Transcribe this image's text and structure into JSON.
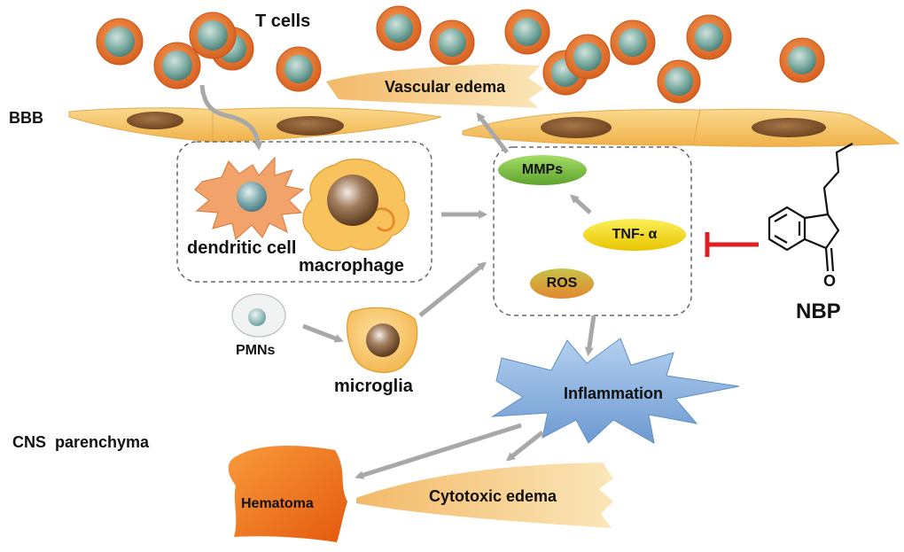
{
  "labels": {
    "t_cells": "T cells",
    "bbb": "BBB",
    "vascular_edema": "Vascular edema",
    "dendritic_cell": "dendritic cell",
    "macrophage": "macrophage",
    "pmns": "PMNs",
    "microglia": "microglia",
    "mmps": "MMPs",
    "tnf_alpha": "TNF- α",
    "ros": "ROS",
    "nbp": "NBP",
    "inflammation": "Inflammation",
    "cns_parenchyma": "CNS  parenchyma",
    "hematoma": "Hematoma",
    "cytotoxic_edema": "Cytotoxic edema",
    "carbonyl_oxygen": "O"
  },
  "colors": {
    "t_cell_outer": "#e8742a",
    "t_cell_inner": "#6fa39a",
    "bbb_cell": "#f7c56a",
    "nucleus": "#8a5a2b",
    "arrow": "#a8a8a8",
    "mmps": "#7dc242",
    "tnf": "#f5d90a",
    "ros": "#e09a3e",
    "inflammation": "#8fb4e0",
    "hematoma": "#f07820",
    "inhibit": "#e02020"
  }
}
